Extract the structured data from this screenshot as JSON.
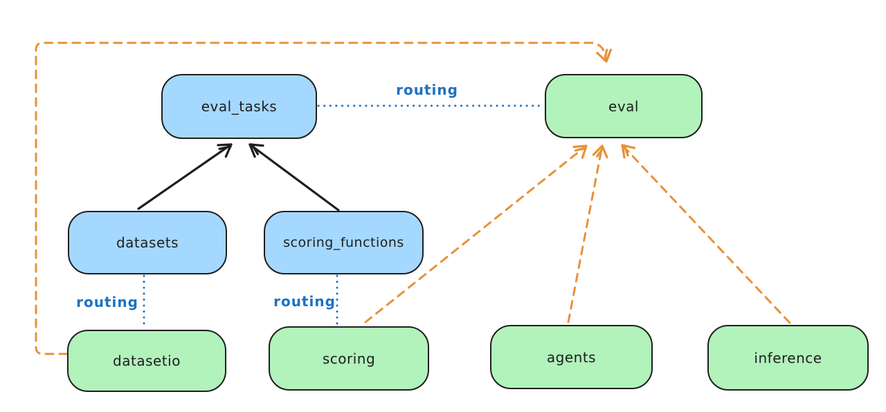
{
  "diagram": {
    "nodes": {
      "eval_tasks": {
        "label": "eval_tasks",
        "kind": "api"
      },
      "eval": {
        "label": "eval",
        "kind": "provider"
      },
      "datasets": {
        "label": "datasets",
        "kind": "api"
      },
      "scoring_functions": {
        "label": "scoring_functions",
        "kind": "api"
      },
      "datasetio": {
        "label": "datasetio",
        "kind": "provider"
      },
      "scoring": {
        "label": "scoring",
        "kind": "provider"
      },
      "agents": {
        "label": "agents",
        "kind": "provider"
      },
      "inference": {
        "label": "inference",
        "kind": "provider"
      }
    },
    "edges": [
      {
        "from": "datasets",
        "to": "eval_tasks",
        "style": "solid",
        "color": "black",
        "arrow": true,
        "label": ""
      },
      {
        "from": "scoring_functions",
        "to": "eval_tasks",
        "style": "solid",
        "color": "black",
        "arrow": true,
        "label": ""
      },
      {
        "from": "eval_tasks",
        "to": "eval",
        "style": "dotted",
        "color": "blue",
        "arrow": false,
        "label": "routing"
      },
      {
        "from": "datasets",
        "to": "datasetio",
        "style": "dotted",
        "color": "blue",
        "arrow": false,
        "label": "routing"
      },
      {
        "from": "scoring_functions",
        "to": "scoring",
        "style": "dotted",
        "color": "blue",
        "arrow": false,
        "label": "routing"
      },
      {
        "from": "datasetio",
        "to": "eval",
        "style": "dashed",
        "color": "orange",
        "arrow": true,
        "label": ""
      },
      {
        "from": "scoring",
        "to": "eval",
        "style": "dashed",
        "color": "orange",
        "arrow": true,
        "label": ""
      },
      {
        "from": "agents",
        "to": "eval",
        "style": "dashed",
        "color": "orange",
        "arrow": true,
        "label": ""
      },
      {
        "from": "inference",
        "to": "eval",
        "style": "dashed",
        "color": "orange",
        "arrow": true,
        "label": ""
      }
    ],
    "colors": {
      "node_blue_fill": "#a5d8ff",
      "node_green_fill": "#b2f2bb",
      "node_stroke": "#1e1e1e",
      "routing_blue": "#1d72c2",
      "dashed_orange": "#e8913a",
      "background": "#ffffff"
    }
  }
}
